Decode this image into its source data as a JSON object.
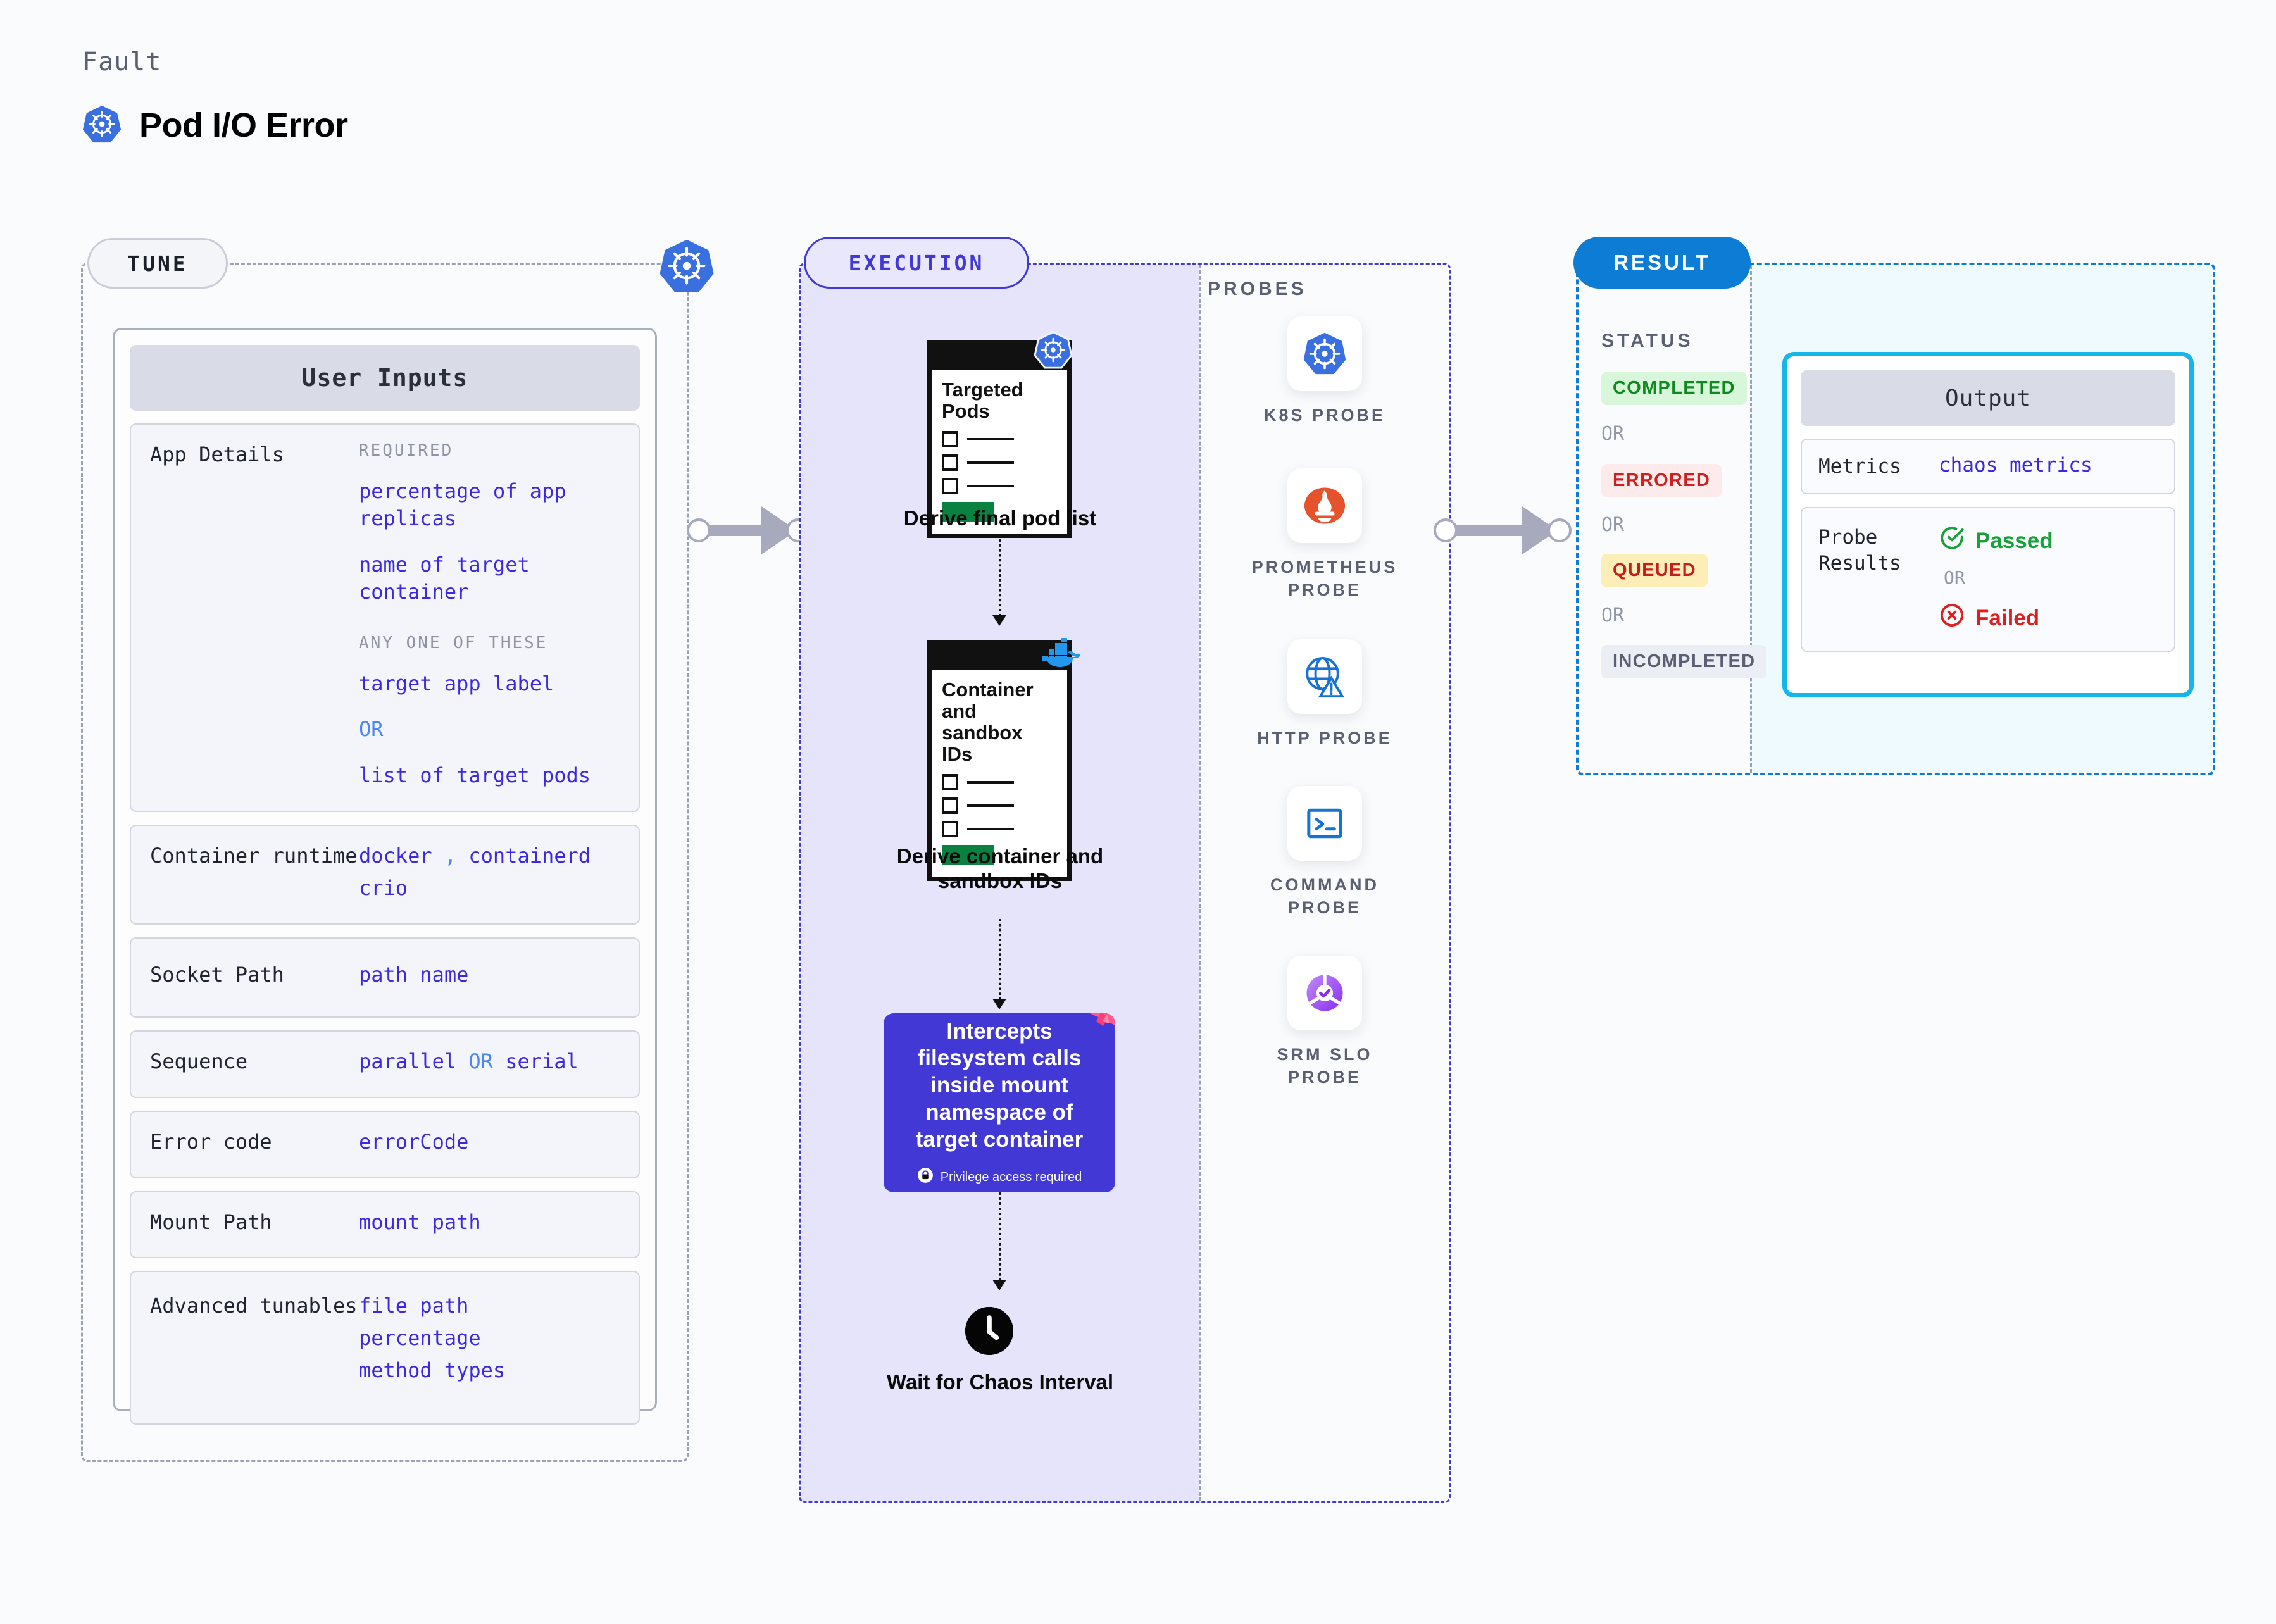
{
  "header": {
    "eyebrow": "Fault",
    "title": "Pod I/O Error",
    "icon": "kubernetes-icon"
  },
  "tune": {
    "pill": "TUNE",
    "card_title": "User Inputs",
    "edge_icon": "kubernetes-icon",
    "rows": [
      {
        "label": "App Details",
        "groups": [
          {
            "sub": "REQUIRED",
            "values": [
              "percentage of app replicas",
              "name of target container"
            ]
          },
          {
            "sub": "ANY ONE OF THESE",
            "values": [
              "target app label",
              "OR",
              "list of target pods"
            ]
          }
        ]
      },
      {
        "label": "Container runtime",
        "values": [
          "docker , containerd",
          "crio"
        ]
      },
      {
        "label": "Socket Path",
        "values": [
          "path name"
        ]
      },
      {
        "label": "Sequence",
        "values": [
          "parallel OR serial"
        ]
      },
      {
        "label": "Error code",
        "values": [
          "errorCode"
        ]
      },
      {
        "label": "Mount Path",
        "values": [
          "mount path"
        ]
      },
      {
        "label": "Advanced tunables",
        "values": [
          "file path",
          "percentage",
          "method types"
        ]
      }
    ]
  },
  "execution": {
    "pill": "EXECUTION",
    "steps": [
      {
        "card_title": "Targeted Pods",
        "badge_icon": "kubernetes-icon",
        "caption": "Derive final pod list"
      },
      {
        "card_title": "Container and sandbox IDs",
        "badge_icon": "docker-icon",
        "caption": "Derive container and sandbox IDs"
      }
    ],
    "action": {
      "text": "Intercepts filesystem calls inside mount namespace of target container",
      "privilege": "Privilege access required",
      "privilege_icon": "lock-icon",
      "corner_icon": "litmus-icon",
      "color": "#4238d6"
    },
    "wait": {
      "icon": "clock-icon",
      "caption": "Wait for Chaos Interval"
    }
  },
  "probes": {
    "label": "PROBES",
    "items": [
      {
        "name": "K8S PROBE",
        "icon": "kubernetes-icon"
      },
      {
        "name": "PROMETHEUS PROBE",
        "icon": "prometheus-icon"
      },
      {
        "name": "HTTP PROBE",
        "icon": "globe-warning-icon"
      },
      {
        "name": "COMMAND PROBE",
        "icon": "terminal-icon"
      },
      {
        "name": "SRM SLO PROBE",
        "icon": "srm-slo-icon"
      }
    ]
  },
  "result": {
    "pill": "RESULT",
    "status_label": "STATUS",
    "or_label": "OR",
    "statuses": [
      {
        "text": "COMPLETED",
        "bg": "#d8f6da",
        "fg": "#0f8a1e"
      },
      {
        "text": "ERRORED",
        "bg": "#fdeaea",
        "fg": "#cf2020"
      },
      {
        "text": "QUEUED",
        "bg": "#fdeeb8",
        "fg": "#c21f1f"
      },
      {
        "text": "INCOMPLETED",
        "bg": "#eceef5",
        "fg": "#5a6072"
      }
    ],
    "output": {
      "title": "Output",
      "metrics_label": "Metrics",
      "metrics_value": "chaos metrics",
      "probe_label": "Probe Results",
      "passed": "Passed",
      "failed": "Failed",
      "or_label": "OR",
      "passed_icon": "check-circle-icon",
      "failed_icon": "x-circle-icon"
    }
  },
  "connectors": {
    "arrow_icon": "arrow-right-icon"
  }
}
